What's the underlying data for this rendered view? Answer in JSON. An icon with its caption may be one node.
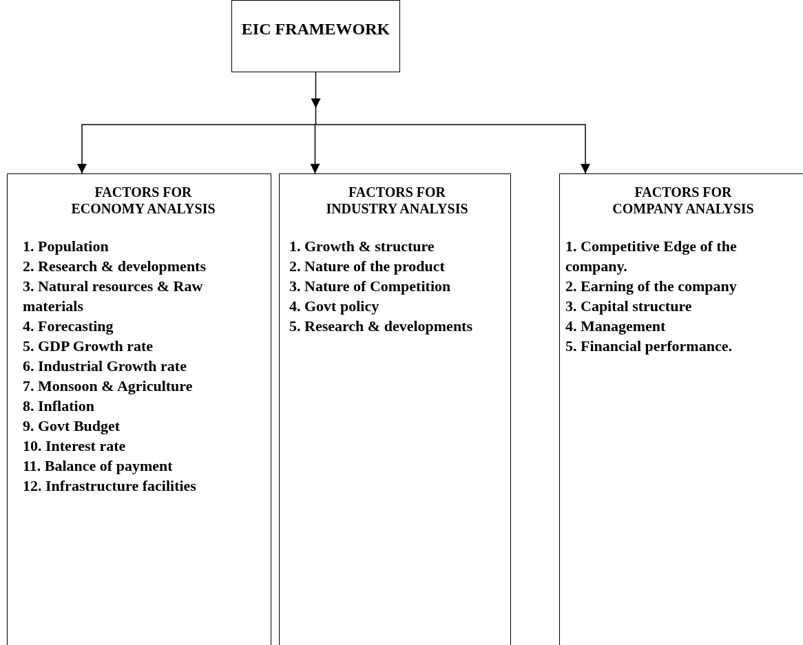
{
  "diagram": {
    "nodes": [
      {
        "text": [
          "EIC FRAMEWORK"
        ]
      },
      {
        "text": [
          "FACTORS FOR ECONOMY ANALYSIS",
          "1. Population",
          "2. Research & developments",
          "3. Natural resources & Raw materials",
          "4. Forecasting",
          "5. GDP Growth rate",
          "6. Industrial Growth rate",
          "7. Monsoon & Agriculture",
          "8. Inflation",
          "9. Govt Budget",
          "10. Interest rate",
          "11. Balance of payment",
          "12. Infrastructure facilities"
        ]
      },
      {
        "text": [
          "FACTORS FOR INDUSTRY ANALYSIS",
          "1. Growth & structure",
          "2. Nature of the product",
          "3. Nature of Competition",
          "4. Govt policy",
          "5. Research & developments"
        ]
      },
      {
        "text": [
          "FACTORS FOR COMPANY ANALYSIS",
          "1. Competitive Edge of the company.",
          "2. Earning of the company",
          "3. Capital structure",
          "4. Management",
          "5. Financial performance."
        ]
      }
    ],
    "edges": [
      {
        "from": 0,
        "to": 1,
        "arrow": "to"
      },
      {
        "from": 0,
        "to": 2,
        "arrow": "to"
      },
      {
        "from": 0,
        "to": 3,
        "arrow": "to"
      }
    ]
  }
}
